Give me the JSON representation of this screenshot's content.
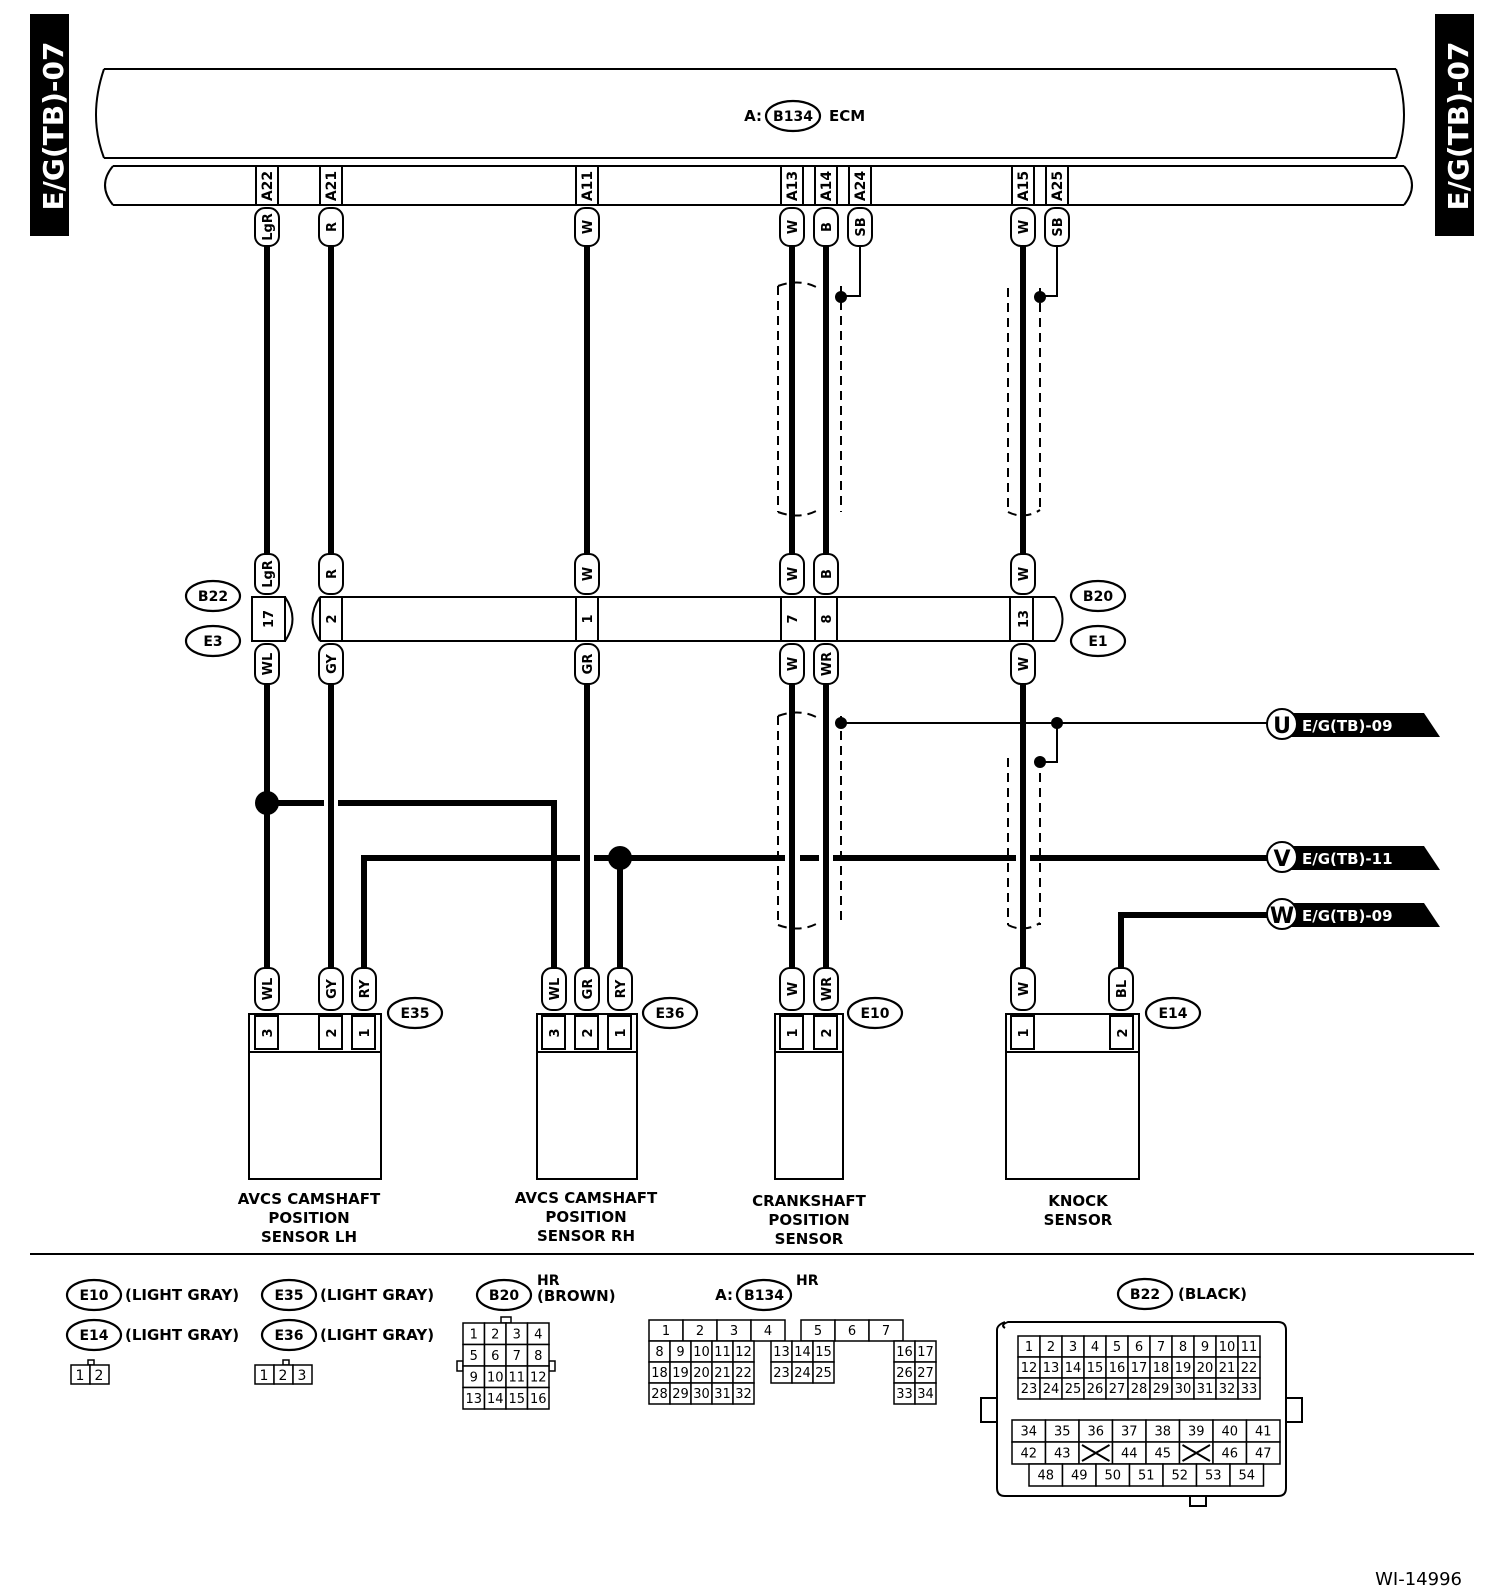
{
  "page_refs": {
    "left": "E/G(TB)-07",
    "right": "E/G(TB)-07"
  },
  "ecm": {
    "prefix": "A:",
    "connector": "B134",
    "name": "ECM"
  },
  "ecm_terminals": [
    {
      "pin": "A22",
      "color": "LgR"
    },
    {
      "pin": "A21",
      "color": "R"
    },
    {
      "pin": "A11",
      "color": "W"
    },
    {
      "pin": "A13",
      "color": "W"
    },
    {
      "pin": "A14",
      "color": "B"
    },
    {
      "pin": "A24",
      "color": "SB"
    },
    {
      "pin": "A15",
      "color": "W"
    },
    {
      "pin": "A25",
      "color": "SB"
    }
  ],
  "joint_connectors": {
    "left_upper": "B22",
    "left_lower": "E3",
    "right_upper": "B20",
    "right_lower": "E1",
    "upper_colors": [
      "LgR",
      "R",
      "W",
      "W",
      "B",
      "W"
    ],
    "pins": [
      "17",
      "2",
      "1",
      "7",
      "8",
      "13"
    ],
    "lower_colors": [
      "WL",
      "GY",
      "GR",
      "W",
      "WR",
      "W"
    ]
  },
  "off_page": [
    {
      "letter": "U",
      "ref": "E/G(TB)-09"
    },
    {
      "letter": "V",
      "ref": "E/G(TB)-11"
    },
    {
      "letter": "W",
      "ref": "E/G(TB)-09"
    }
  ],
  "sensors": [
    {
      "connector": "E35",
      "wire_colors": [
        "WL",
        "GY",
        "RY"
      ],
      "pins": [
        "3",
        "2",
        "1"
      ],
      "label": [
        "AVCS CAMSHAFT",
        "POSITION",
        "SENSOR LH"
      ]
    },
    {
      "connector": "E36",
      "wire_colors": [
        "WL",
        "GR",
        "RY"
      ],
      "pins": [
        "3",
        "2",
        "1"
      ],
      "label": [
        "AVCS CAMSHAFT",
        "POSITION",
        "SENSOR RH"
      ]
    },
    {
      "connector": "E10",
      "wire_colors": [
        "W",
        "WR"
      ],
      "pins": [
        "1",
        "2"
      ],
      "label": [
        "CRANKSHAFT",
        "POSITION",
        "SENSOR"
      ]
    },
    {
      "connector": "E14",
      "wire_colors": [
        "W",
        "BL"
      ],
      "pins": [
        "1",
        "2"
      ],
      "label": [
        "KNOCK",
        "SENSOR"
      ]
    }
  ],
  "legend": {
    "e10": {
      "id": "E10",
      "desc": "(LIGHT GRAY)"
    },
    "e14": {
      "id": "E14",
      "desc": "(LIGHT GRAY)"
    },
    "e35": {
      "id": "E35",
      "desc": "(LIGHT GRAY)"
    },
    "e36": {
      "id": "E36",
      "desc": "(LIGHT GRAY)"
    },
    "b20": {
      "id": "B20",
      "hr": "HR",
      "desc": "(BROWN)"
    },
    "b134": {
      "prefix": "A:",
      "id": "B134",
      "hr": "HR"
    },
    "b22": {
      "id": "B22",
      "desc": "(BLACK)"
    },
    "two_pin": [
      "1",
      "2"
    ],
    "three_pin": [
      "1",
      "2",
      "3"
    ],
    "b20_grid": [
      [
        "1",
        "2",
        "3",
        "4"
      ],
      [
        "5",
        "6",
        "7",
        "8"
      ],
      [
        "9",
        "10",
        "11",
        "12"
      ],
      [
        "13",
        "14",
        "15",
        "16"
      ]
    ],
    "b134_rows": [
      [
        [
          "1",
          "2",
          "3",
          "4"
        ],
        [
          "5",
          "6",
          "7"
        ]
      ],
      [
        [
          "8",
          "9",
          "10",
          "11",
          "12"
        ],
        [
          "13",
          "14",
          "15"
        ],
        [
          "16",
          "17"
        ]
      ],
      [
        [
          "18",
          "19",
          "20",
          "21",
          "22"
        ],
        [
          "23",
          "24",
          "25"
        ],
        [
          "26",
          "27"
        ]
      ],
      [
        [
          "28",
          "29",
          "30",
          "31",
          "32"
        ],
        [],
        [
          "33",
          "34"
        ]
      ]
    ],
    "b22_top": [
      [
        "1",
        "2",
        "3",
        "4",
        "5",
        "6",
        "7",
        "8",
        "9",
        "10",
        "11"
      ],
      [
        "12",
        "13",
        "14",
        "15",
        "16",
        "17",
        "18",
        "19",
        "20",
        "21",
        "22"
      ],
      [
        "23",
        "24",
        "25",
        "26",
        "27",
        "28",
        "29",
        "30",
        "31",
        "32",
        "33"
      ]
    ],
    "b22_bottom": [
      [
        "34",
        "35",
        "36",
        "37",
        "38",
        "39",
        "40",
        "41"
      ],
      [
        "42",
        "43",
        "",
        "44",
        "45",
        "",
        "46",
        "47"
      ],
      [
        "48",
        "49",
        "50",
        "51",
        "52",
        "53",
        "54"
      ]
    ]
  },
  "doc_id": "WI-14996"
}
